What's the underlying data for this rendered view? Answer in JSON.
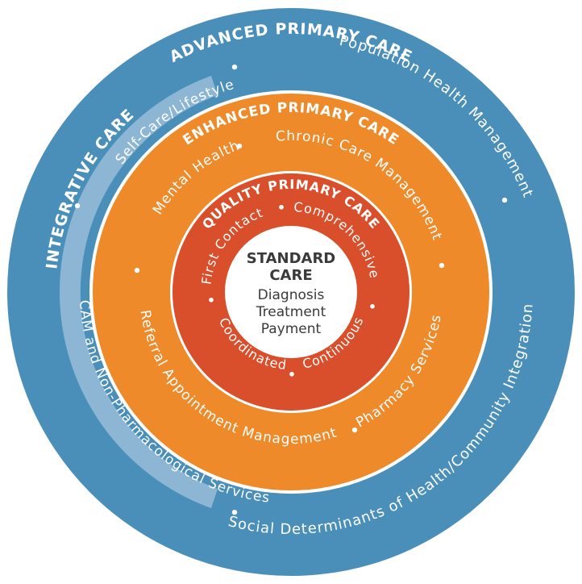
{
  "colors": {
    "outer_blue": "#4a8fba",
    "light_band": "#8cb6d4",
    "orange": "#ef8a2a",
    "red_orange": "#d94e2b",
    "white": "#ffffff",
    "text_dark": "#3a3a3a"
  },
  "rings": {
    "advanced": {
      "title": "ADVANCED PRIMARY CARE",
      "population": "Population Health Management",
      "social": "Social Determinants of Health/Community Integration"
    },
    "integrative": {
      "title": "INTEGRATIVE CARE",
      "self_care": "Self-Care/Lifestyle",
      "cam": "CAM and Non-Pharmacological Services"
    },
    "enhanced": {
      "title": "ENHANCED PRIMARY CARE",
      "mental": "Mental Health",
      "chronic": "Chronic Care Management",
      "pharmacy": "Pharmacy Services",
      "referral": "Referral Appointment Management"
    },
    "quality": {
      "title": "QUALITY PRIMARY CARE",
      "first_contact": "First Contact",
      "comprehensive": "Comprehensive",
      "coordinated": "Coordinated",
      "continuous": "Continuous"
    }
  },
  "center": {
    "title_line1": "STANDARD",
    "title_line2": "CARE",
    "line1": "Diagnosis",
    "line2": "Treatment",
    "line3": "Payment"
  },
  "separator": "•"
}
